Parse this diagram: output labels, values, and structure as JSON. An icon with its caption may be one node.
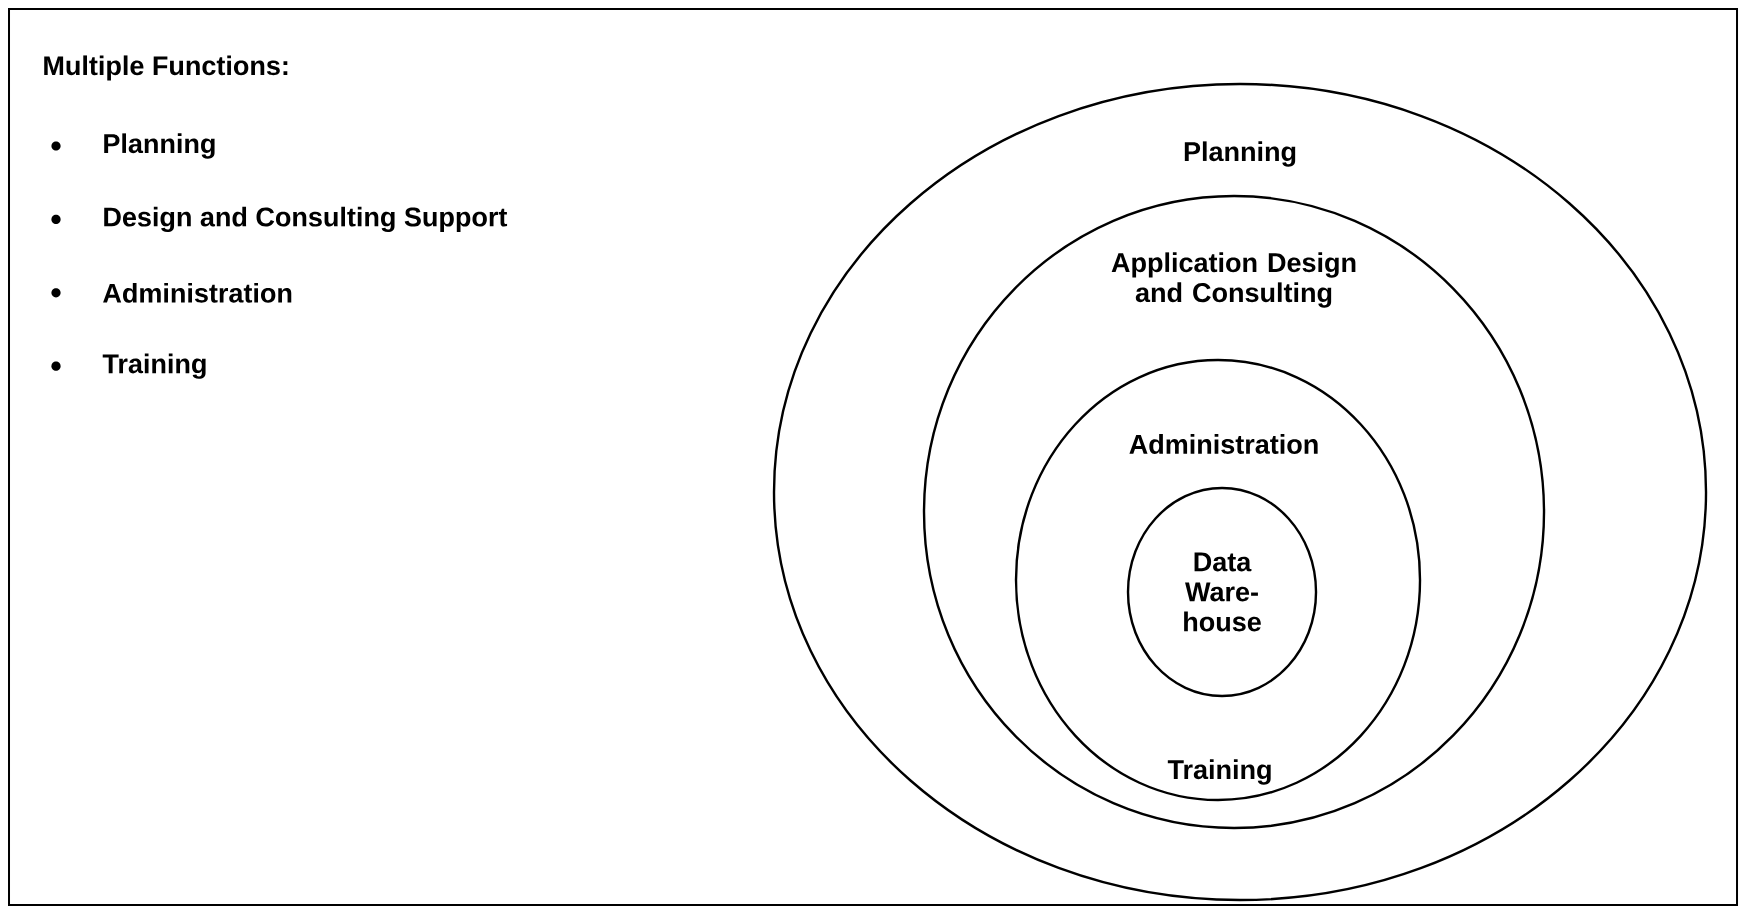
{
  "diagram": {
    "nodes": [
      {
        "text": [
          "Multiple Functions:",
          "Planning",
          "Design and Consulting Support",
          "Administration",
          "Training"
        ]
      },
      {
        "text": [
          "Planning"
        ],
        "in": 0
      },
      {
        "text": [
          "Application Design and Consulting"
        ],
        "in": 1
      },
      {
        "text": [
          "Administration",
          "Training"
        ],
        "in": 2
      },
      {
        "text": [
          "Data Ware- house"
        ],
        "in": 3
      }
    ]
  }
}
